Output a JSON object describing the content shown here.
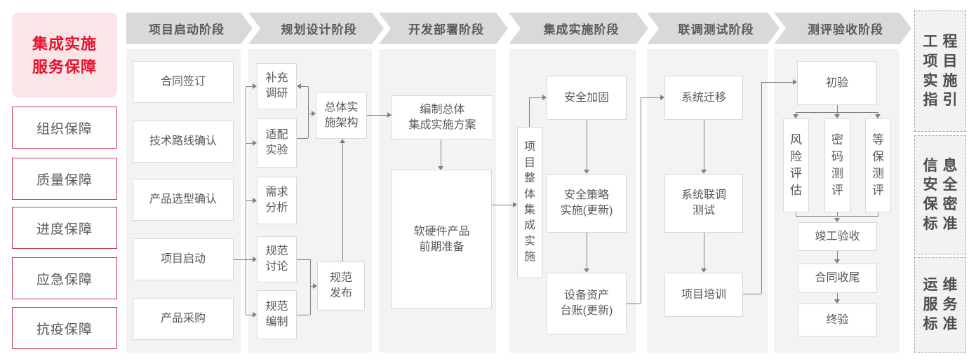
{
  "palette": {
    "accent_red": "#e5132e",
    "pink_background": "#fbe5e7",
    "red_border": "#c93a50",
    "gray_text": "#595959",
    "header_background": "#d9d9d9",
    "column_background": "#f3f3f3",
    "line_gray": "#808080"
  },
  "sidebar": {
    "title": "集成实施\n服务保障",
    "items": [
      "组织保障",
      "质量保障",
      "进度保障",
      "应急保障",
      "抗疫保障"
    ]
  },
  "phases": [
    "项目启动阶段",
    "规划设计阶段",
    "开发部署阶段",
    "集成实施阶段",
    "联调测试阶段",
    "测评验收阶段"
  ],
  "boxes": {
    "contract_sign": "合同签订",
    "tech_route": "技术路线确认",
    "product_selection": "产品选型确认",
    "project_kickoff": "项目启动",
    "product_purchase": "产品采购",
    "supplement_research": "补充\n调研",
    "adaptation_test": "适配\n实验",
    "requirement_analysis": "需求\n分析",
    "spec_discussion": "规范\n讨论",
    "spec_drafting": "规范\n编制",
    "overall_architecture": "总体实\n施架构",
    "spec_release": "规范\n发布",
    "overall_plan": "编制总体\n集成实施方案",
    "hw_sw_prep": "软硬件产品\n前期准备",
    "overall_integration": "项目整体集成实施",
    "security_hardening": "安全加固",
    "security_policy": "安全策略\n实施(更新)",
    "asset_ledger": "设备资产\n台账(更新)",
    "system_migration": "系统迁移",
    "joint_debug_test": "系统联调\n测试",
    "project_training": "项目培训",
    "initial_acceptance": "初验",
    "risk_assessment": "风险评估",
    "crypto_evaluation": "密码测评",
    "mlps_evaluation": "等保测评",
    "completion_acceptance": "竣工验收",
    "contract_closeout": "合同收尾",
    "final_acceptance": "终验"
  },
  "right_panel": {
    "items": [
      "工程\n项目\n实施\n指引",
      "信息\n安全\n保密\n标准",
      "运维\n服务\n标准"
    ]
  }
}
